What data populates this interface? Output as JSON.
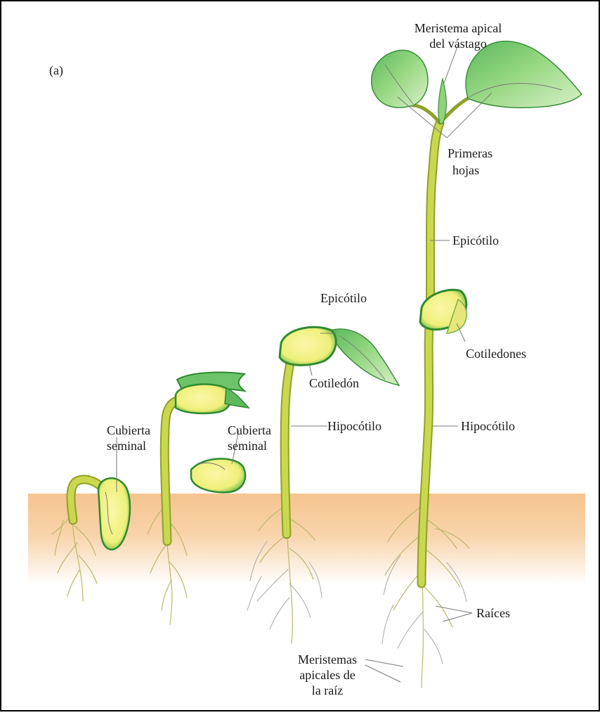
{
  "figure": {
    "panel_label": "(a)",
    "colors": {
      "soil": "#f6c48f",
      "stem": "#d4e25a",
      "cotyledon": "#f4f08a",
      "cotyledon_edge": "#3c9a3c",
      "leaf": "#8fd37a",
      "leaf_dark": "#4ea84e",
      "root": "#b9b86a",
      "frame": "#000000"
    }
  },
  "labels": {
    "meristema_apical_line1": "Meristema apical",
    "meristema_apical_line2": "del vástago",
    "primeras_line1": "Primeras",
    "primeras_line2": "hojas",
    "epicotilo_tall": "Epicótilo",
    "cotiledones": "Cotiledones",
    "hipocotilo_tall": "Hipocótilo",
    "raices": "Raíces",
    "meristemas_line1": "Meristemas",
    "meristemas_line2": "apicales de",
    "meristemas_line3": "la raíz",
    "epicotilo_mid": "Epicótilo",
    "cotiledon": "Cotiledón",
    "hipocotilo_mid": "Hipocótilo",
    "cubierta1_line1": "Cubierta",
    "cubierta1_line2": "seminal",
    "cubierta2_line1": "Cubierta",
    "cubierta2_line2": "seminal"
  }
}
